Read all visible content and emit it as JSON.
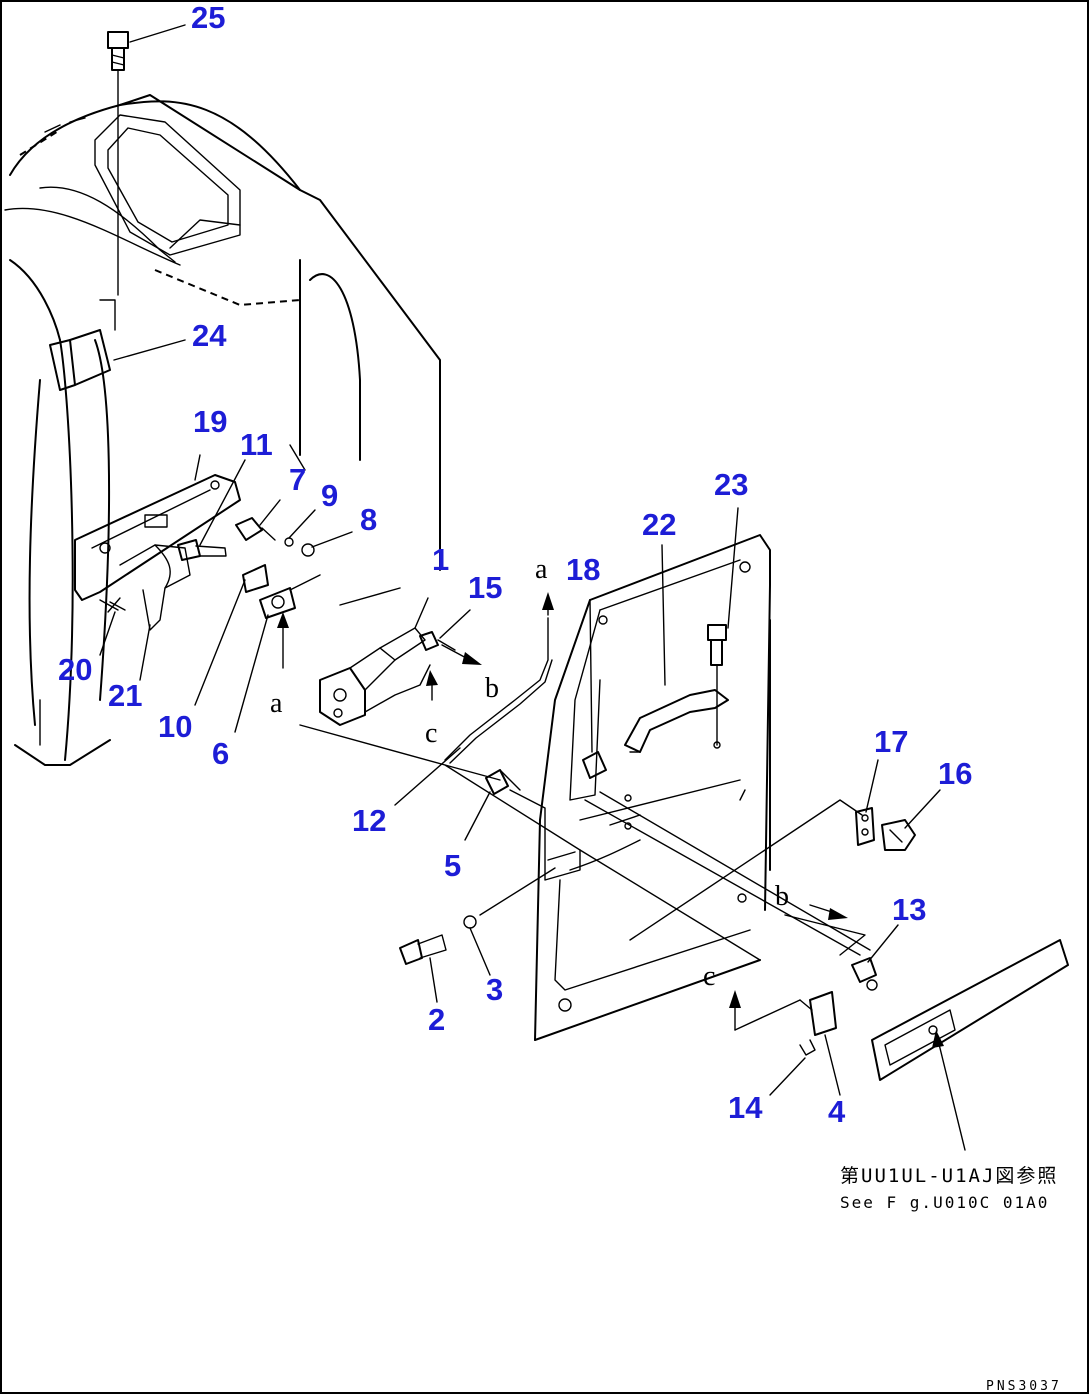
{
  "callouts": [
    {
      "id": "25",
      "label": "25"
    },
    {
      "id": "24",
      "label": "24"
    },
    {
      "id": "19",
      "label": "19"
    },
    {
      "id": "11",
      "label": "11"
    },
    {
      "id": "7",
      "label": "7"
    },
    {
      "id": "9",
      "label": "9"
    },
    {
      "id": "8",
      "label": "8"
    },
    {
      "id": "1",
      "label": "1"
    },
    {
      "id": "15",
      "label": "15"
    },
    {
      "id": "18",
      "label": "18"
    },
    {
      "id": "22",
      "label": "22"
    },
    {
      "id": "23",
      "label": "23"
    },
    {
      "id": "20",
      "label": "20"
    },
    {
      "id": "21",
      "label": "21"
    },
    {
      "id": "10",
      "label": "10"
    },
    {
      "id": "6",
      "label": "6"
    },
    {
      "id": "12",
      "label": "12"
    },
    {
      "id": "5",
      "label": "5"
    },
    {
      "id": "17",
      "label": "17"
    },
    {
      "id": "16",
      "label": "16"
    },
    {
      "id": "13",
      "label": "13"
    },
    {
      "id": "3",
      "label": "3"
    },
    {
      "id": "2",
      "label": "2"
    },
    {
      "id": "14",
      "label": "14"
    },
    {
      "id": "4",
      "label": "4"
    }
  ],
  "connection_letters": {
    "a_top": "a",
    "a_left": "a",
    "b_right": "b",
    "b_lower": "b",
    "c_upper": "c",
    "c_lower": "c"
  },
  "reference_note": {
    "line1": "第UU1UL-U1AJ図参照",
    "line2": "See F g.U010C 01A0"
  },
  "drawing_code": "PNS3037"
}
